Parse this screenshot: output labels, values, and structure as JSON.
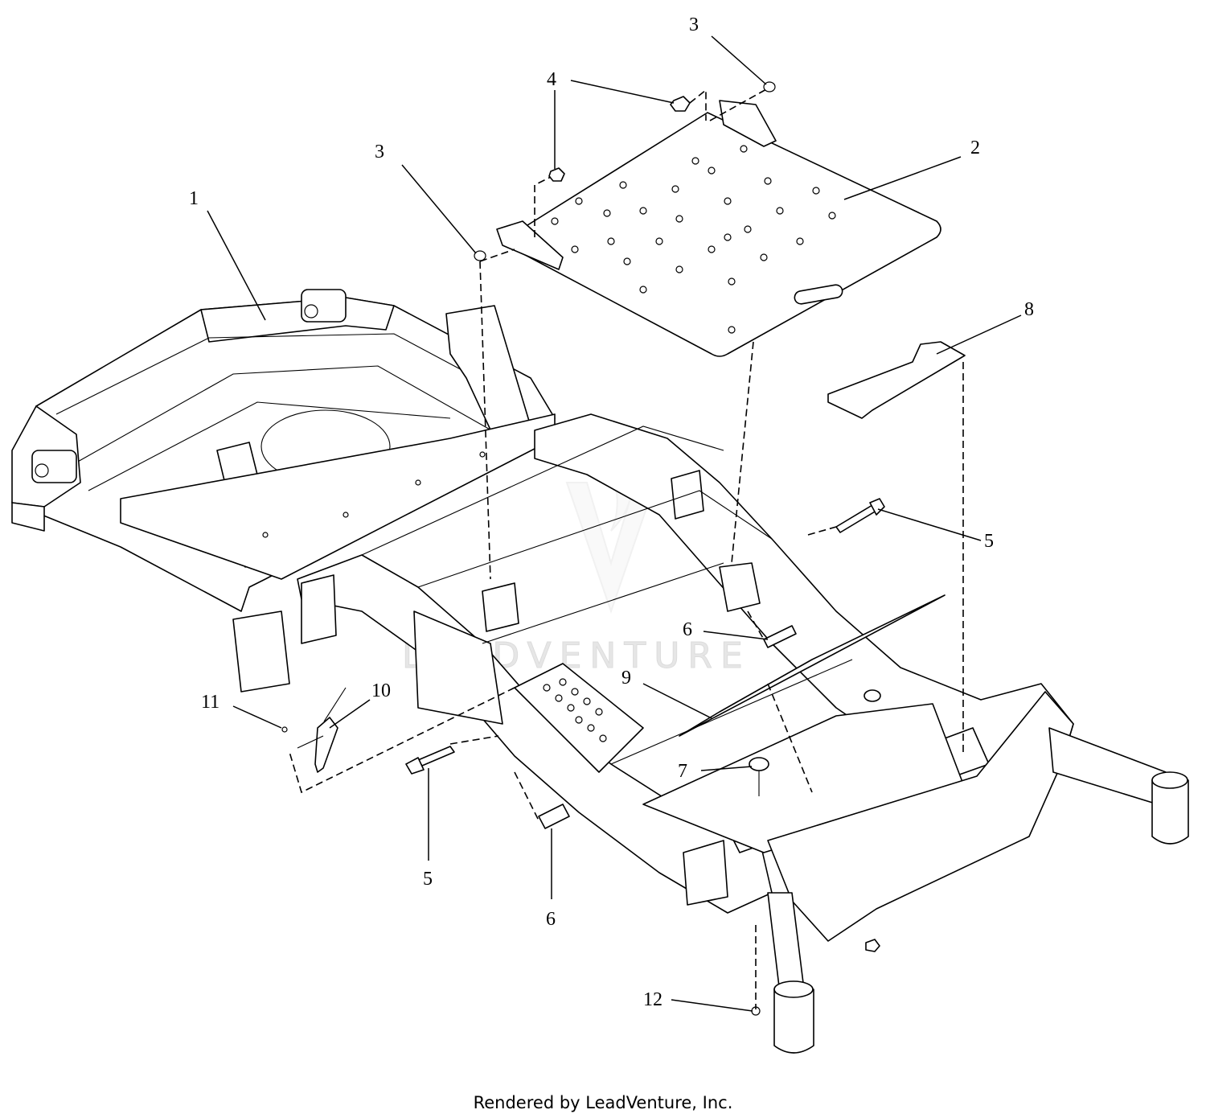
{
  "diagram": {
    "watermark_text": "LEADVENTURE",
    "footer_text": "Rendered by LeadVenture, Inc.",
    "callouts": [
      {
        "id": "1",
        "label": "1"
      },
      {
        "id": "2",
        "label": "2"
      },
      {
        "id": "3a",
        "label": "3"
      },
      {
        "id": "3b",
        "label": "3"
      },
      {
        "id": "4a",
        "label": "4"
      },
      {
        "id": "4b",
        "label": "4"
      },
      {
        "id": "5a",
        "label": "5"
      },
      {
        "id": "5b",
        "label": "5"
      },
      {
        "id": "6a",
        "label": "6"
      },
      {
        "id": "6b",
        "label": "6"
      },
      {
        "id": "7",
        "label": "7"
      },
      {
        "id": "8",
        "label": "8"
      },
      {
        "id": "9",
        "label": "9"
      },
      {
        "id": "10",
        "label": "10"
      },
      {
        "id": "11",
        "label": "11"
      },
      {
        "id": "12",
        "label": "12"
      }
    ]
  }
}
